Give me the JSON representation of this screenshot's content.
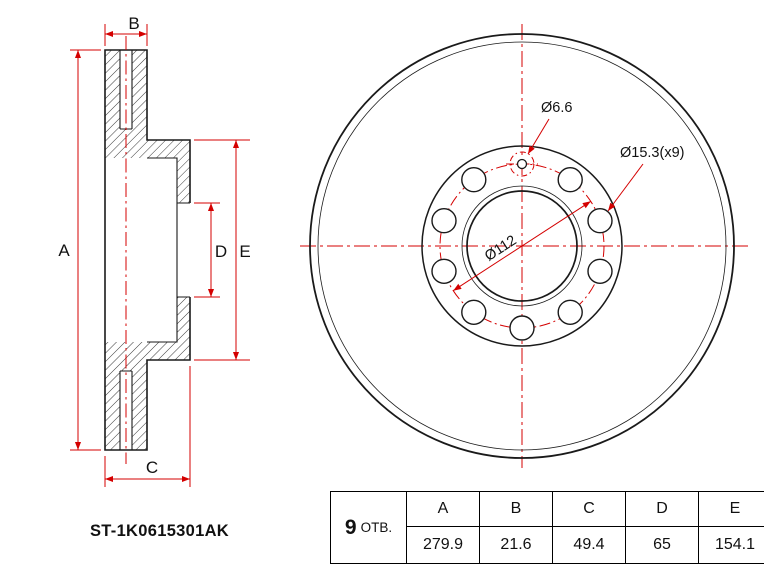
{
  "drawing": {
    "part_number": "ST-1K0615301AK",
    "holes_count": "9",
    "holes_label": "ОТВ.",
    "annotations": {
      "small_hole": "Ø6.6",
      "bolt_holes": "Ø15.3(x9)",
      "bolt_circle": "Ø112"
    },
    "section_labels": {
      "A": "A",
      "B": "B",
      "C": "C",
      "D": "D",
      "E": "E"
    }
  },
  "table": {
    "headers": [
      "A",
      "B",
      "C",
      "D",
      "E"
    ],
    "values": [
      "279.9",
      "21.6",
      "49.4",
      "65",
      "154.1"
    ]
  },
  "colors": {
    "dimension_red": "#d40000",
    "line_black": "#1a1a1a"
  }
}
